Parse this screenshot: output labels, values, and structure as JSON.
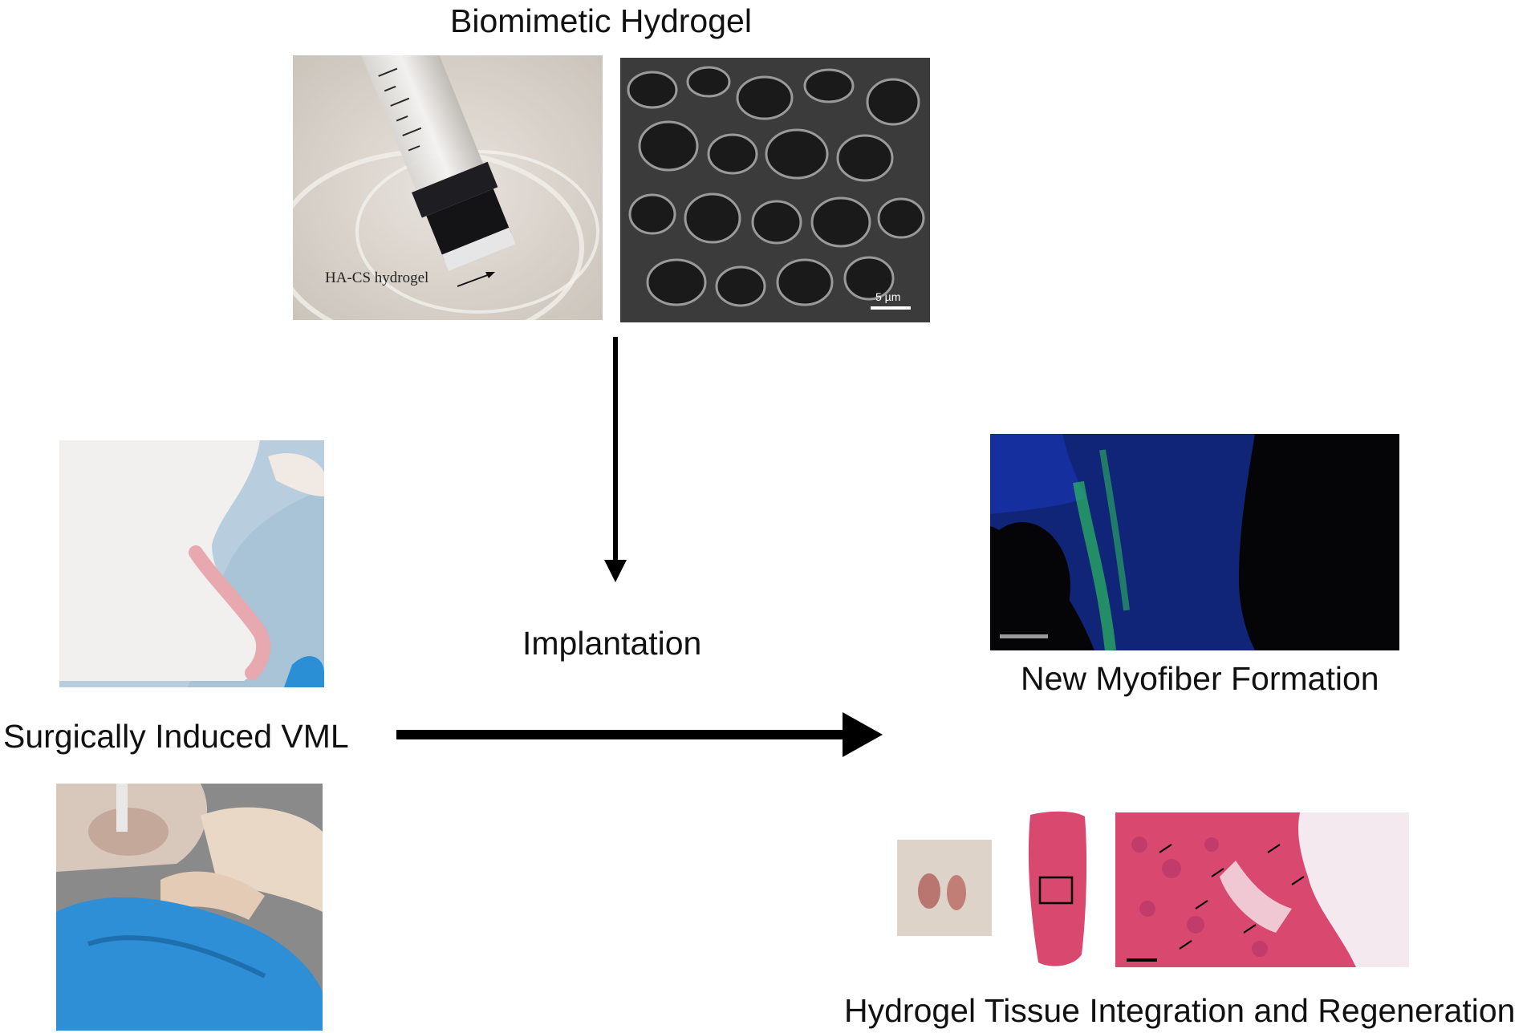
{
  "title": "Biomimetic Hydrogel",
  "syringe_annotation": "HA-CS hydrogel",
  "sem_scale": "5 µm",
  "step_label": "Implantation",
  "left_label": "Surgically Induced VML",
  "result_top_label": "New Myofiber Formation",
  "result_bottom_label": "Hydrogel Tissue Integration and Regeneration",
  "colors": {
    "arrow": "#000000",
    "text": "#111111",
    "fluorescence_blue": "#1b3fd6",
    "fluorescence_green": "#2fd45a",
    "he_pink": "#d9486e",
    "glove_blue": "#2e8fd6"
  }
}
